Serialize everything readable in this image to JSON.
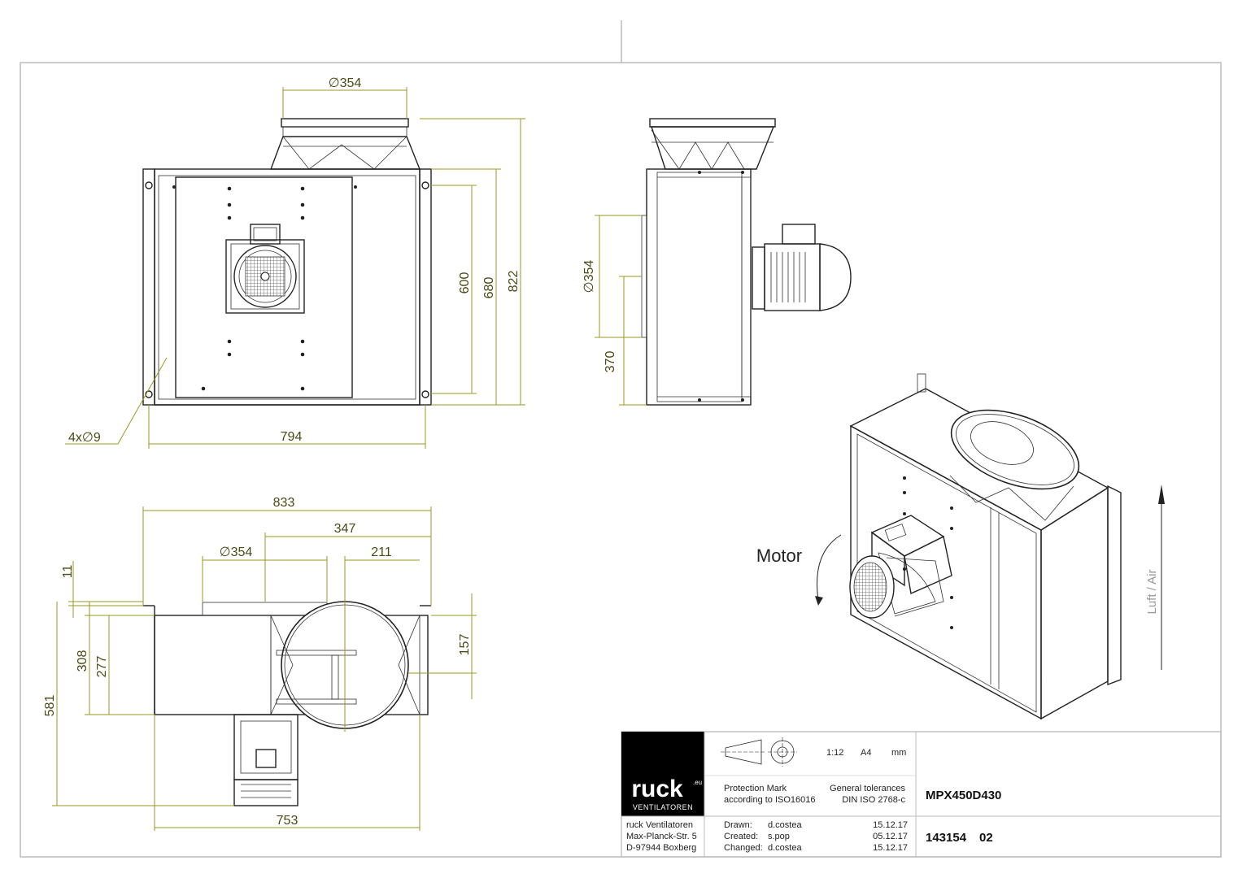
{
  "front_view": {
    "dia_inlet": "∅354",
    "height_inner": "600",
    "height_mid": "680",
    "height_total": "822",
    "width_total": "794",
    "holes": "4x∅9"
  },
  "side_view": {
    "dia_outlet": "∅354",
    "height_offset": "370"
  },
  "top_view": {
    "width_total": "833",
    "offset_a": "347",
    "dia": "∅354",
    "offset_b": "211",
    "flange": "11",
    "depth_a": "308",
    "depth_b": "277",
    "depth_total": "581",
    "outlet_offset": "157",
    "body_width": "753"
  },
  "iso_view": {
    "motor_label": "Motor",
    "air_label": "Luft / Air"
  },
  "title_block": {
    "logo_text": "ruck",
    "logo_sup": ".eu",
    "logo_sub": "VENTILATOREN",
    "scale": "1:12",
    "paper": "A4",
    "unit": "mm",
    "protection_1": "Protection Mark",
    "protection_2": "according to ISO16016",
    "tolerances_1": "General tolerances",
    "tolerances_2": "DIN ISO 2768-c",
    "product": "MPX450D430",
    "company_1": "ruck Ventilatoren",
    "company_2": "Max-Planck-Str. 5",
    "company_3": "D-97944 Boxberg",
    "drawn_label": "Drawn:",
    "drawn_by": "d.costea",
    "drawn_date": "15.12.17",
    "created_label": "Created:",
    "created_by": "s.pop",
    "created_date": "05.12.17",
    "changed_label": "Changed:",
    "changed_by": "d.costea",
    "changed_date": "15.12.17",
    "drawing_no": "143154",
    "revision": "02"
  }
}
